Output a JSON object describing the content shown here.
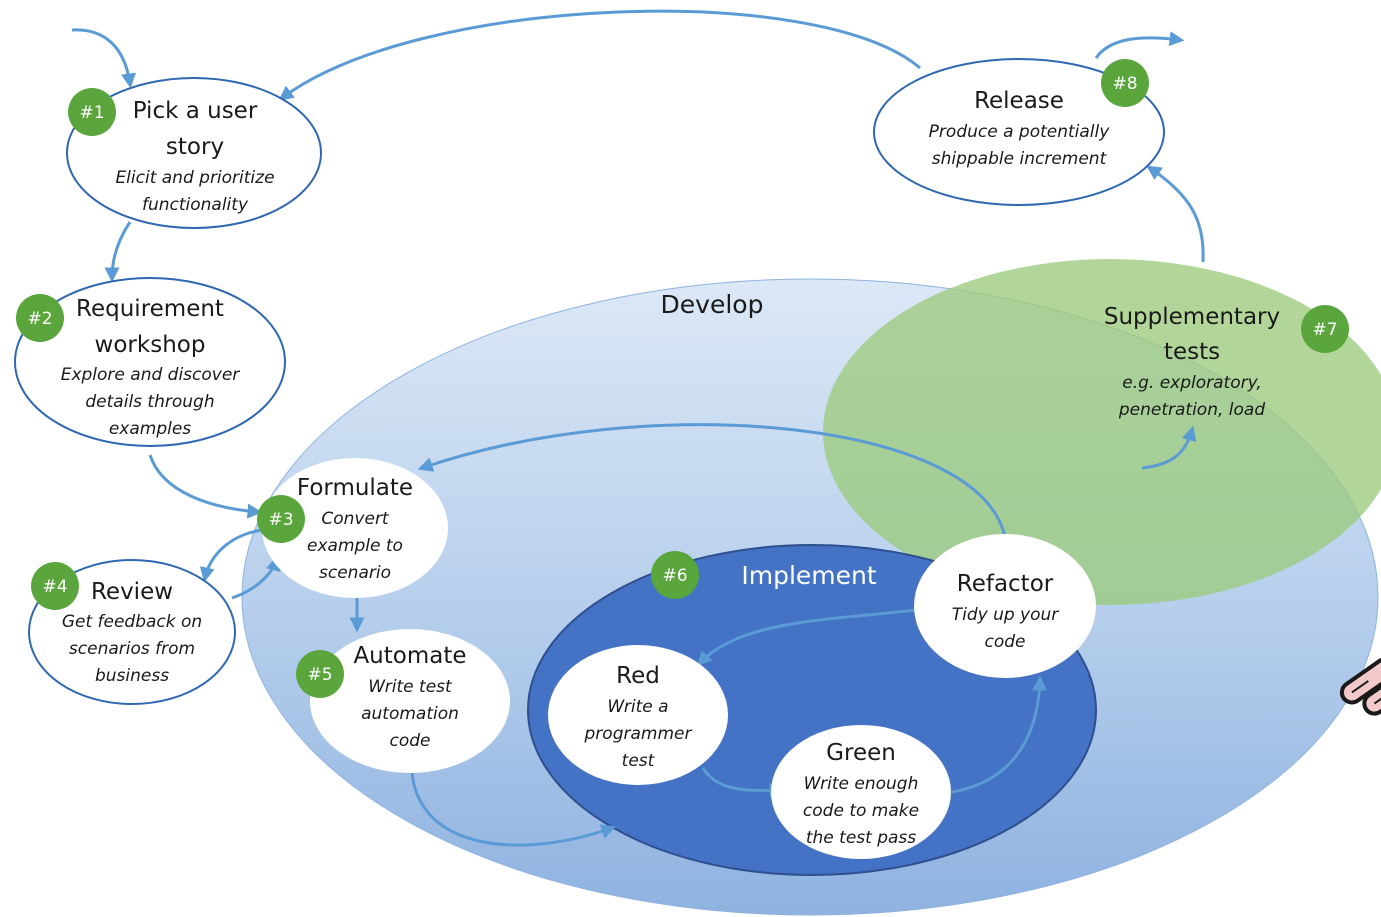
{
  "develop_label": "Develop",
  "implement_label": "Implement",
  "steps": {
    "pick": {
      "badge": "#1",
      "title_line1": "Pick a user",
      "title_line2": "story",
      "sub_line1": "Elicit and prioritize",
      "sub_line2": "functionality"
    },
    "workshop": {
      "badge": "#2",
      "title_line1": "Requirement",
      "title_line2": "workshop",
      "sub_line1": "Explore and discover",
      "sub_line2": "details through",
      "sub_line3": "examples"
    },
    "formulate": {
      "badge": "#3",
      "title": "Formulate",
      "sub_line1": "Convert",
      "sub_line2": "example to",
      "sub_line3": "scenario"
    },
    "review": {
      "badge": "#4",
      "title": "Review",
      "sub_line1": "Get feedback on",
      "sub_line2": "scenarios from",
      "sub_line3": "business"
    },
    "automate": {
      "badge": "#5",
      "title": "Automate",
      "sub_line1": "Write test",
      "sub_line2": "automation",
      "sub_line3": "code"
    },
    "implement": {
      "badge": "#6"
    },
    "supplementary": {
      "badge": "#7",
      "title_line1": "Supplementary",
      "title_line2": "tests",
      "sub_line1": "e.g. exploratory,",
      "sub_line2": "penetration, load"
    },
    "release": {
      "badge": "#8",
      "title": "Release",
      "sub_line1": "Produce a potentially",
      "sub_line2": "shippable increment"
    }
  },
  "tdd": {
    "red": {
      "title": "Red",
      "sub_line1": "Write a",
      "sub_line2": "programmer",
      "sub_line3": "test"
    },
    "green": {
      "title": "Green",
      "sub_line1": "Write enough",
      "sub_line2": "code to make",
      "sub_line3": "the test pass"
    },
    "refactor": {
      "title": "Refactor",
      "sub_line1": "Tidy up your",
      "sub_line2": "code"
    }
  },
  "colors": {
    "badge": "#5aa63c",
    "node_border": "#2f67b1",
    "arrow": "#5b9bd5",
    "implement_fill": "#4472c4",
    "supplementary_fill": "#a9d18e"
  },
  "icons": {
    "chain": "chain-link-icon"
  }
}
